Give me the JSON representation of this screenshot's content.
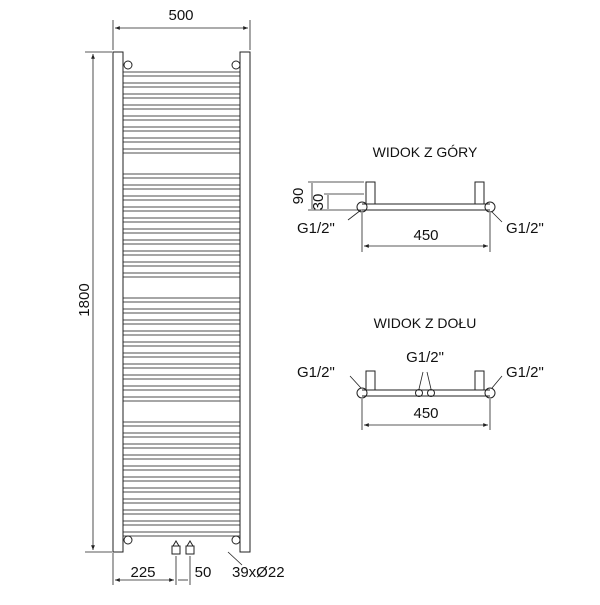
{
  "front_view": {
    "width_label": "500",
    "height_label": "1800",
    "left_offset_label": "225",
    "pipe_spacing_label": "50",
    "tubes_label": "39xØ22",
    "tube_count": 39
  },
  "top_view": {
    "title": "WIDOK Z GÓRY",
    "dim_90": "90",
    "dim_30": "30",
    "left_conn": "G1/2\"",
    "right_conn": "G1/2\"",
    "span_label": "450"
  },
  "bottom_view": {
    "title": "WIDOK Z DOŁU",
    "left_conn": "G1/2\"",
    "middle_conn": "G1/2\"",
    "right_conn": "G1/2\"",
    "span_label": "450"
  },
  "colors": {
    "line": "#222222",
    "background": "#ffffff"
  }
}
